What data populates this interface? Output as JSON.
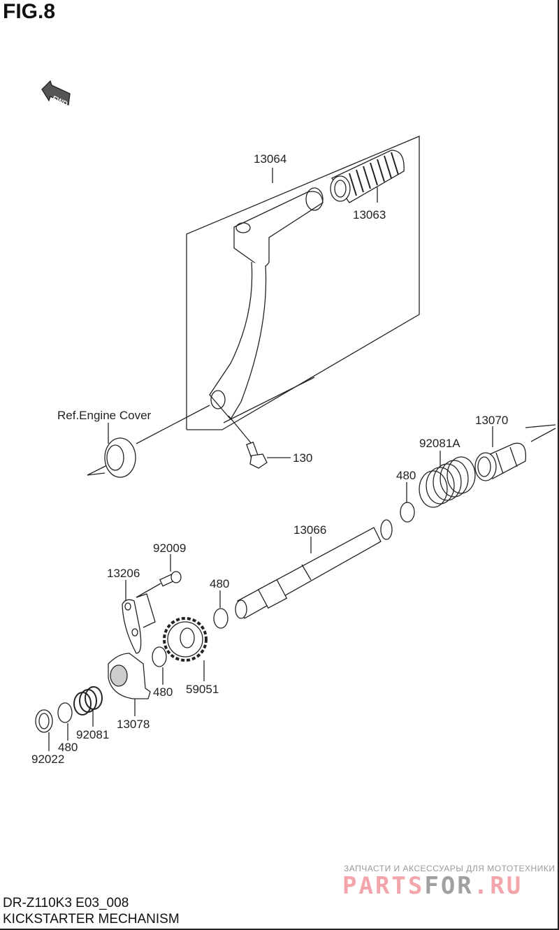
{
  "figure": {
    "title": "FIG.8",
    "fwd_label": "FWD"
  },
  "parts": {
    "p13064": "13064",
    "p13063": "13063",
    "ref_engine_cover": "Ref.Engine Cover",
    "p130": "130",
    "p13070": "13070",
    "p92081A": "92081A",
    "p480_a": "480",
    "p13066": "13066",
    "p92009": "92009",
    "p13206": "13206",
    "p480_b": "480",
    "p480_c": "480",
    "p59051": "59051",
    "p13078": "13078",
    "p92081": "92081",
    "p480_d": "480",
    "p92022": "92022"
  },
  "footer": {
    "model_code": "DR-Z110K3 E03_008",
    "section_title": "KICKSTARTER MECHANISM"
  },
  "watermark": {
    "tagline": "ЗАПЧАСТИ И АКСЕССУАРЫ ДЛЯ МОТОТЕХНИКИ",
    "brand_a": "PARTS",
    "brand_b": "FOR",
    "brand_c": ".RU"
  },
  "colors": {
    "ink": "#222222",
    "wm_pink": "#f2a5ab",
    "wm_gray": "#a0a0a0"
  }
}
